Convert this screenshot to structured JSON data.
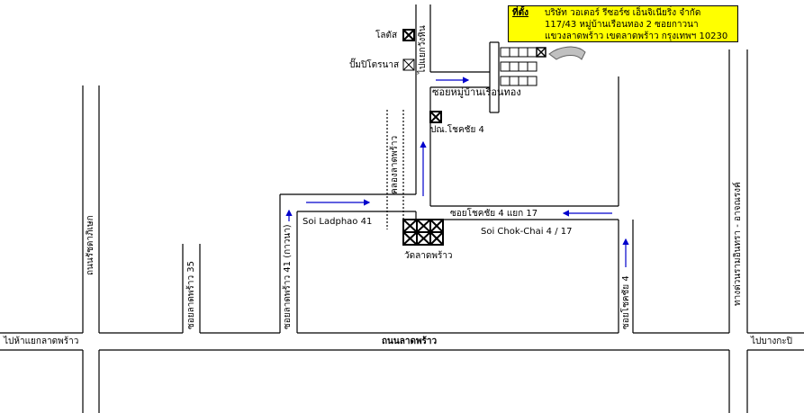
{
  "address_box": {
    "heading": "ที่ตั้ง",
    "lines": [
      "บริษัท วอเตอร์ รีซอร์ซ เอ็นจิเนียริ่ง จำกัด",
      "117/43 หมู่บ้านเรือนทอง 2 ซอยกาวนา",
      "แขวงลาดพร้าว เขตลาดพร้าว กรุงเทพฯ 10230"
    ],
    "background": "#ffff00"
  },
  "roads": {
    "main_road": "ถนนลาดพร้าว",
    "to_ha_yaek": "ไปห้าแยกลาดพร้าว",
    "to_bangkapi": "ไปบางกะปิ",
    "ratchadaphisek": "ถนนรัชดาภิเษก",
    "soi_ladprao_35": "ซอยลาดพร้าว 35",
    "soi_ladprao_41": "ซอยลาดพร้าว 41 (กาวนา)",
    "soi_ladphao_41_en": "Soi Ladphao 41",
    "khlong_ladprao": "คลองลาดพร้าว",
    "to_yaek_wang_hin": "ไปแยกวังหิน",
    "soi_muban": "ซอยหมู่บ้านเรือนทอง",
    "soi_chokchai_4_yaek_17": "ซอยโชคชัย 4 แยก 17",
    "soi_chokchai_en": "Soi Chok-Chai 4 / 17",
    "soi_chokchai_4": "ซอยโชคชัย 4",
    "expressway": "ทางด่วนรามอินทรา - อาจณรงค์"
  },
  "landmarks": {
    "lotus": "โลตัส",
    "ptt_station": "ปั๊มปิโตรนาส",
    "post_office": "ปณ.โชคชัย 4",
    "temple": "วัดลาดพร้าว"
  },
  "colors": {
    "road": "#000000",
    "arrow": "#0000cc",
    "callout": "#c0c0c0"
  }
}
